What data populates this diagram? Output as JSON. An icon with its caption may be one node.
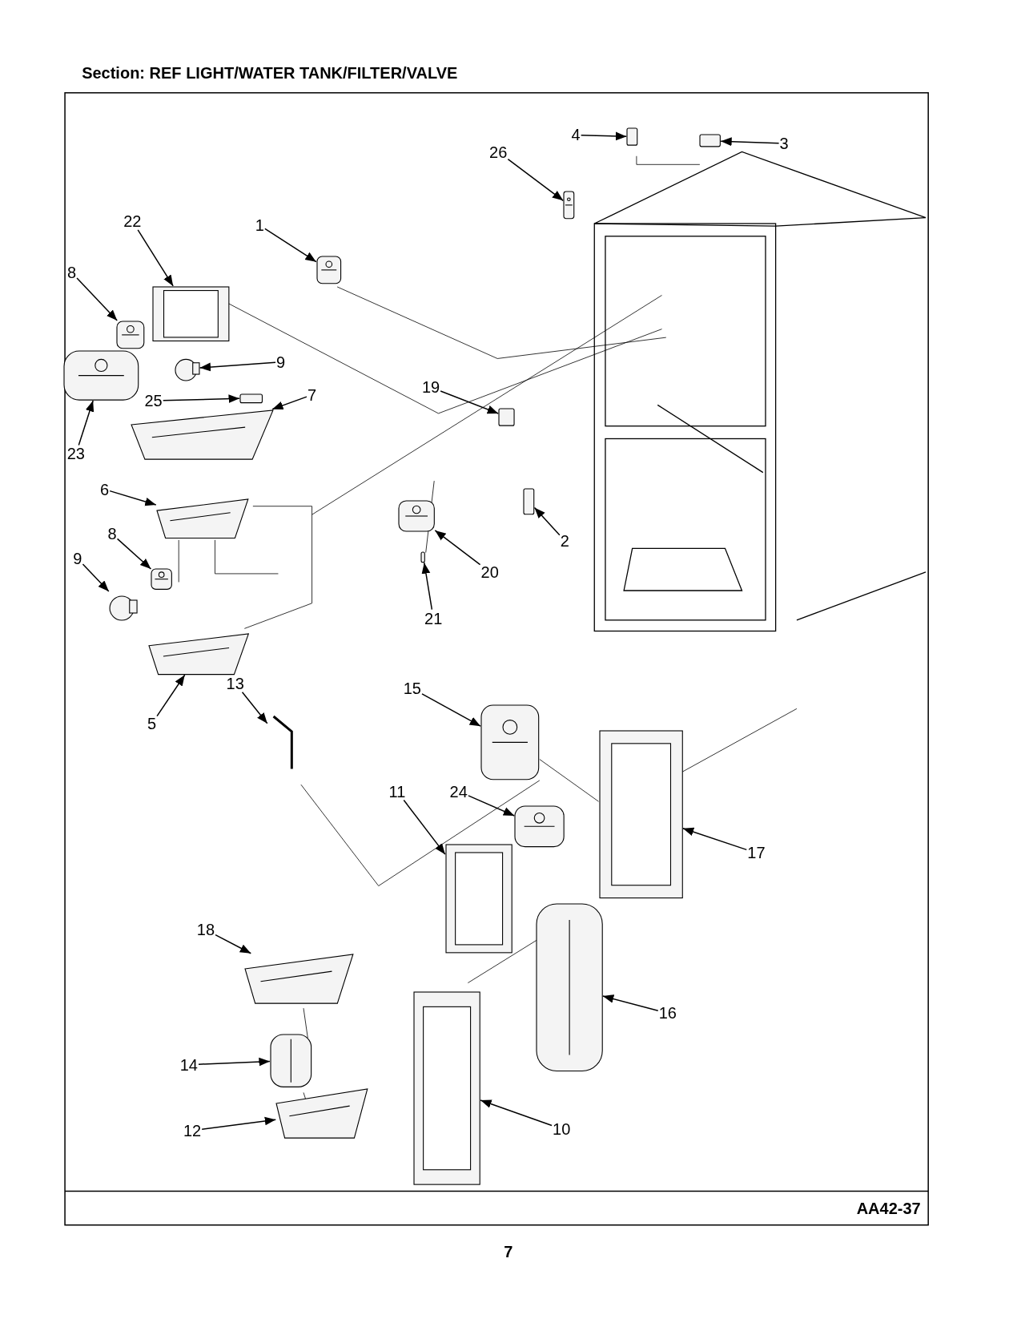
{
  "diagram": {
    "title": "Section:  REF LIGHT/WATER TANK/FILTER/VALVE",
    "nodes": [
      {
        "text": [
          "4"
        ]
      },
      {
        "text": [
          "3"
        ]
      },
      {
        "text": [
          "26"
        ]
      },
      {
        "text": [
          "22"
        ]
      },
      {
        "text": [
          "1"
        ]
      },
      {
        "text": [
          "8"
        ]
      },
      {
        "text": [
          "9"
        ]
      },
      {
        "text": [
          "25"
        ]
      },
      {
        "text": [
          "7"
        ]
      },
      {
        "text": [
          "19"
        ]
      },
      {
        "text": [
          "23"
        ]
      },
      {
        "text": [
          "6"
        ]
      },
      {
        "text": [
          "8"
        ]
      },
      {
        "text": [
          "9"
        ]
      },
      {
        "text": [
          "2"
        ]
      },
      {
        "text": [
          "20"
        ]
      },
      {
        "text": [
          "21"
        ]
      },
      {
        "text": [
          "5"
        ]
      },
      {
        "text": [
          "13"
        ]
      },
      {
        "text": [
          "15"
        ]
      },
      {
        "text": [
          "11"
        ]
      },
      {
        "text": [
          "24"
        ]
      },
      {
        "text": [
          "17"
        ]
      },
      {
        "text": [
          "18"
        ]
      },
      {
        "text": [
          "16"
        ]
      },
      {
        "text": [
          "14"
        ]
      },
      {
        "text": [
          "12"
        ]
      },
      {
        "text": [
          "10"
        ]
      },
      {
        "text": [],
        "shape": "box"
      },
      {
        "text": [],
        "shape": "box"
      },
      {
        "text": [],
        "shape": "picture"
      },
      {
        "text": [],
        "shape": "picture"
      },
      {
        "text": [],
        "shape": "picture"
      },
      {
        "text": [],
        "shape": "picture"
      },
      {
        "text": [],
        "shape": "circle"
      },
      {
        "text": [],
        "shape": "box"
      },
      {
        "text": [],
        "shape": "picture"
      },
      {
        "text": [],
        "shape": "box"
      },
      {
        "text": [],
        "shape": "picture"
      },
      {
        "text": [],
        "shape": "picture"
      },
      {
        "text": [],
        "shape": "picture"
      },
      {
        "text": [],
        "shape": "circle"
      },
      {
        "text": [],
        "shape": "box"
      },
      {
        "text": [],
        "shape": "picture"
      },
      {
        "text": [],
        "shape": "box"
      },
      {
        "text": [],
        "shape": "picture"
      },
      {
        "text": [],
        "shape": "picture"
      },
      {
        "text": [],
        "shape": "picture"
      },
      {
        "text": [],
        "shape": "picture"
      },
      {
        "text": [],
        "shape": "picture"
      },
      {
        "text": [],
        "shape": "picture"
      },
      {
        "text": [],
        "shape": "picture"
      },
      {
        "text": [],
        "shape": "picture"
      },
      {
        "text": [],
        "shape": "picture"
      },
      {
        "text": [],
        "shape": "picture"
      },
      {
        "text": [],
        "shape": "picture"
      }
    ],
    "edges": [
      {
        "from": 0,
        "to": 28,
        "arrow": "to"
      },
      {
        "from": 1,
        "to": 29,
        "arrow": "to"
      },
      {
        "from": 2,
        "to": 30,
        "arrow": "to"
      },
      {
        "from": 3,
        "to": 31,
        "arrow": "to"
      },
      {
        "from": 4,
        "to": 32,
        "arrow": "to"
      },
      {
        "from": 5,
        "to": 33,
        "arrow": "to"
      },
      {
        "from": 6,
        "to": 34,
        "arrow": "to"
      },
      {
        "from": 7,
        "to": 35,
        "arrow": "to"
      },
      {
        "from": 8,
        "to": 36,
        "arrow": "to"
      },
      {
        "from": 9,
        "to": 37,
        "arrow": "to"
      },
      {
        "from": 10,
        "to": 38,
        "arrow": "to"
      },
      {
        "from": 11,
        "to": 39,
        "arrow": "to"
      },
      {
        "from": 12,
        "to": 40,
        "arrow": "to"
      },
      {
        "from": 13,
        "to": 41,
        "arrow": "to"
      },
      {
        "from": 14,
        "to": 42,
        "arrow": "to"
      },
      {
        "from": 15,
        "to": 43,
        "arrow": "to"
      },
      {
        "from": 16,
        "to": 44,
        "arrow": "to"
      },
      {
        "from": 17,
        "to": 45,
        "arrow": "to"
      },
      {
        "from": 18,
        "to": 46,
        "arrow": "to"
      },
      {
        "from": 19,
        "to": 47,
        "arrow": "to"
      },
      {
        "from": 20,
        "to": 48,
        "arrow": "to"
      },
      {
        "from": 21,
        "to": 49,
        "arrow": "to"
      },
      {
        "from": 22,
        "to": 50,
        "arrow": "to"
      },
      {
        "from": 23,
        "to": 51,
        "arrow": "to"
      },
      {
        "from": 24,
        "to": 52,
        "arrow": "to"
      },
      {
        "from": 25,
        "to": 53,
        "arrow": "to"
      },
      {
        "from": 26,
        "to": 54,
        "arrow": "to"
      },
      {
        "from": 27,
        "to": 55,
        "arrow": "to"
      }
    ],
    "labels": [
      "AA42-37",
      "7"
    ]
  }
}
